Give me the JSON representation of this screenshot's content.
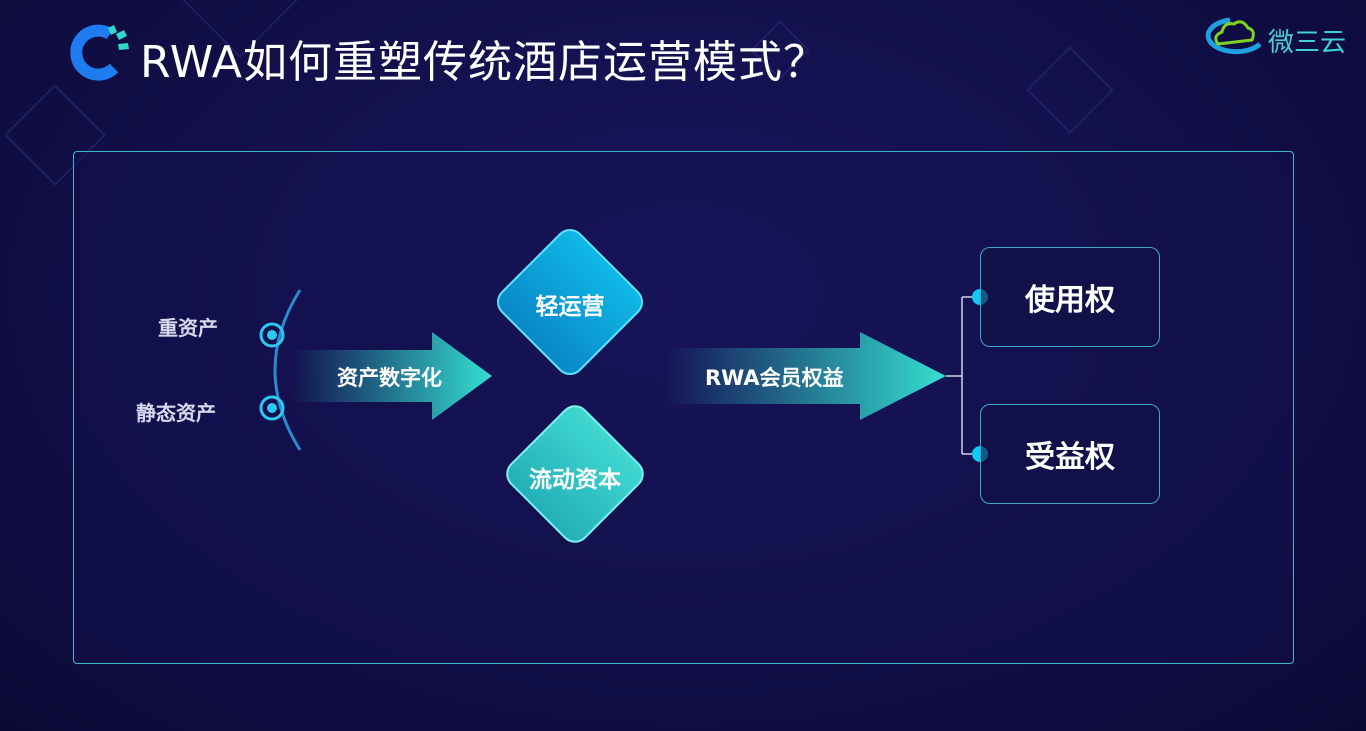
{
  "header": {
    "title": "RWA如何重塑传统酒店运营模式？",
    "brand": "微三云"
  },
  "diagram": {
    "inputs": [
      "重资产",
      "静态资产"
    ],
    "arrow1": "资产数字化",
    "diamonds": [
      "轻运营",
      "流动资本"
    ],
    "arrow2": "RWA会员权益",
    "outputs": [
      "使用权",
      "受益权"
    ]
  },
  "colors": {
    "accent": "#3fd0d8",
    "arrow": "#2fd6d0",
    "diamond1": "#0aa7d8",
    "diamond2": "#2ec6c6"
  }
}
